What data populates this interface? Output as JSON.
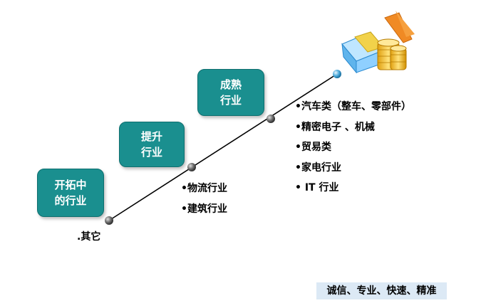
{
  "stages": [
    {
      "line1": "开拓中",
      "line2": "的行业"
    },
    {
      "line1": "提升",
      "line2": "行业"
    },
    {
      "line1": "成熟",
      "line2": "行业"
    }
  ],
  "groups": {
    "other": ".其它",
    "mid": [
      "•物流行业",
      "•建筑行业"
    ],
    "mature": [
      "•汽车类（整车、零部件）",
      "•精密电子 、机械",
      "•贸易类",
      "•家电行业",
      "• IT 行业"
    ]
  },
  "slogan": "诚信、专业、快速、精准",
  "colors": {
    "stage_fill": "#1a8f8f",
    "line": "#000000",
    "node": "#555555",
    "top_node": "#4aa8d8",
    "slogan_bg": "#dce9f5"
  },
  "icons": {
    "top": "house-and-coins-icon"
  }
}
